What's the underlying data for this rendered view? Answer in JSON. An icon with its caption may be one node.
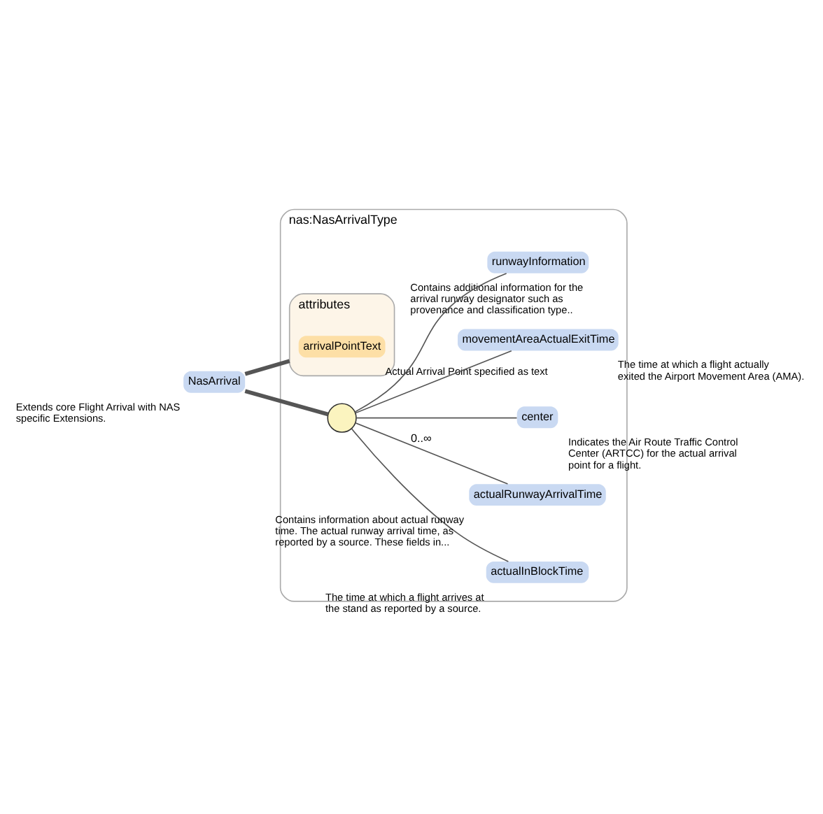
{
  "diagram": {
    "nodes": [
      {
        "text": [
          "NasArrival"
        ],
        "beside": [
          "Extends core Flight Arrival with NAS specific Extensions."
        ]
      },
      {
        "text": [
          "nas:NasArrivalType"
        ]
      },
      {
        "text": [
          "attributes"
        ],
        "in": 1
      },
      {
        "text": [
          "arrivalPointText"
        ],
        "in": 2,
        "beside": [
          "Actual Arrival Point specified as text"
        ]
      },
      {
        "text": [],
        "shape": "circle",
        "in": 1
      },
      {
        "text": [
          "actualInBlockTime"
        ],
        "in": 1,
        "beside": [
          "The time at which a flight arrives at the stand as reported by a source."
        ]
      },
      {
        "text": [
          "actualRunwayArrivalTime"
        ],
        "in": 1,
        "beside": [
          "Contains information about actual runway time. The actual runway arrival time, as reported by a source. These fields in..."
        ]
      },
      {
        "text": [
          "center"
        ],
        "in": 1,
        "beside": [
          "Indicates the Air Route Traffic Control Center (ARTCC) for the actual arrival point for a flight."
        ]
      },
      {
        "text": [
          "movementAreaActualExitTime"
        ],
        "in": 1,
        "beside": [
          "The time at which a flight actually exited the Airport Movement Area (AMA)."
        ]
      },
      {
        "text": [
          "runwayInformation"
        ],
        "in": 1,
        "beside": [
          "Contains additional information for the arrival runway designator such as provenance and classification type.."
        ]
      }
    ],
    "edges": [
      {
        "from": 0,
        "to": 2,
        "arrow": "none",
        "style": "thick"
      },
      {
        "from": 0,
        "to": 4,
        "arrow": "none",
        "style": "thick"
      },
      {
        "from": 4,
        "to": 5,
        "arrow": "none"
      },
      {
        "from": 4,
        "to": 6,
        "arrow": "none",
        "label": "0..∞"
      },
      {
        "from": 4,
        "to": 7,
        "arrow": "none"
      },
      {
        "from": 4,
        "to": 8,
        "arrow": "none"
      },
      {
        "from": 4,
        "to": 9,
        "arrow": "none"
      }
    ]
  }
}
